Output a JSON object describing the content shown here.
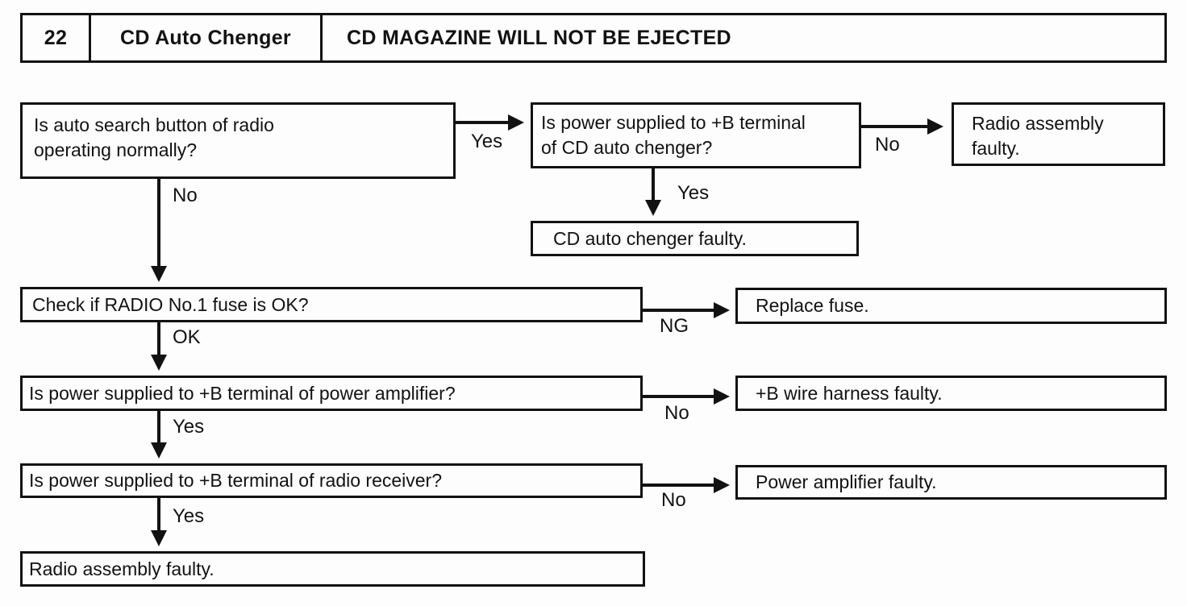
{
  "header": {
    "number": "22",
    "system": "CD Auto Chenger",
    "title": "CD MAGAZINE WILL NOT BE EJECTED"
  },
  "nodes": {
    "q_auto_search": {
      "text": "Is auto search button of radio\noperating normally?"
    },
    "q_power_cd": {
      "text": "Is power supplied to +B terminal\nof CD auto chenger?"
    },
    "radio_assembly_top": {
      "text": "Radio assembly\nfaulty."
    },
    "cd_changer_faulty": {
      "text": "CD auto chenger faulty."
    },
    "q_fuse": {
      "text": "Check if RADIO No.1 fuse is OK?"
    },
    "replace_fuse": {
      "text": "Replace fuse."
    },
    "q_power_amp": {
      "text": "Is power supplied to +B terminal of power amplifier?"
    },
    "wire_harness_faulty": {
      "text": "+B wire harness faulty."
    },
    "q_power_receiver": {
      "text": "Is power supplied to +B terminal of radio receiver?"
    },
    "power_amp_faulty": {
      "text": "Power amplifier faulty."
    },
    "radio_assembly_bottom": {
      "text": "Radio assembly faulty."
    }
  },
  "edges": {
    "auto_search_yes": {
      "label": "Yes"
    },
    "auto_search_no": {
      "label": "No"
    },
    "power_cd_no": {
      "label": "No"
    },
    "power_cd_yes": {
      "label": "Yes"
    },
    "fuse_ng": {
      "label": "NG"
    },
    "fuse_ok": {
      "label": "OK"
    },
    "power_amp_no": {
      "label": "No"
    },
    "power_amp_yes": {
      "label": "Yes"
    },
    "receiver_no": {
      "label": "No"
    },
    "receiver_yes": {
      "label": "Yes"
    }
  },
  "colors": {
    "ink": "#121212",
    "background": "#fdfdfd"
  }
}
